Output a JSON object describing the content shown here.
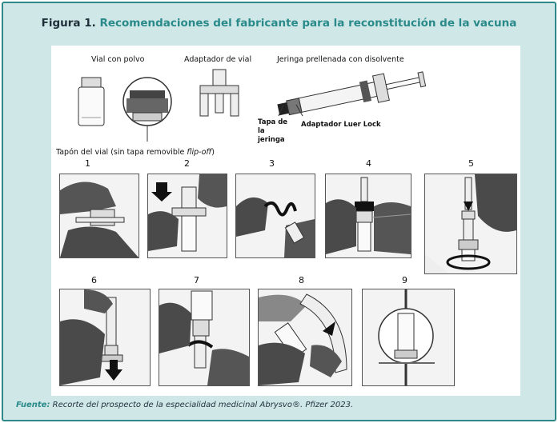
{
  "figure": {
    "title_lead": "Figura 1.",
    "title_rest": "Recomendaciones del fabricante para la reconstitución de la vacuna"
  },
  "parts": {
    "vial": "Vial con polvo",
    "adapter": "Adaptador de vial",
    "syringe": "Jeringa prellenada con disolvente",
    "syringe_cap": "Tapa de la jeringa",
    "luer_lock": "Adaptador Luer Lock",
    "stopper_prefix": "Tapón del vial (sin tapa removible ",
    "stopper_italic": "flip-off",
    "stopper_suffix": ")"
  },
  "steps": [
    "1",
    "2",
    "3",
    "4",
    "5",
    "6",
    "7",
    "8",
    "9"
  ],
  "source": {
    "label": "Fuente:",
    "text": "Recorte del prospecto de la especialidad medicinal Abrysvo®. Pfizer 2023."
  }
}
